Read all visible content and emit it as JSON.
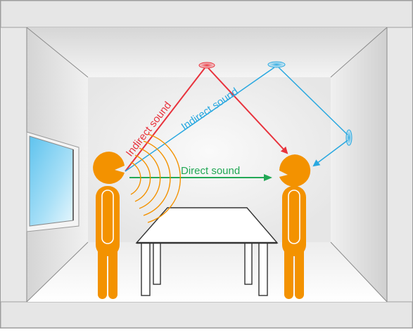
{
  "labels": {
    "indirect_red": "Indirect sound",
    "indirect_blue": "Indirect sound",
    "direct": "Direct sound"
  },
  "colors": {
    "indirect_red": "#e8323c",
    "indirect_blue": "#29a8e0",
    "direct": "#22a855",
    "person": "#f39200",
    "wave": "#f39200",
    "frame": "#e5e5e5",
    "frame_border": "#9a9a9a",
    "window_glass": "#7fd0f2"
  }
}
